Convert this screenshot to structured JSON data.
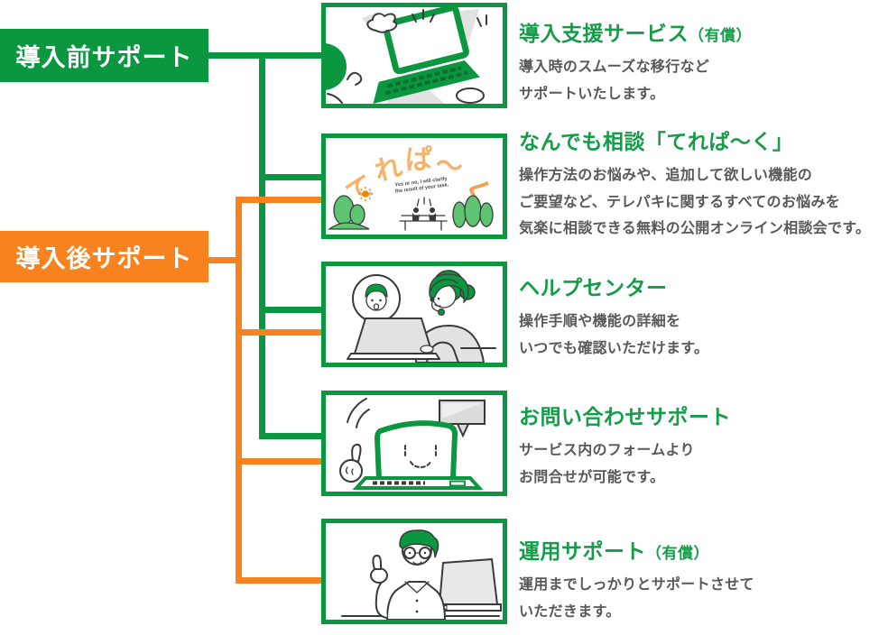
{
  "colors": {
    "green": "#0a9740",
    "orange": "#f8821e",
    "title_green": "#149c48",
    "body_text": "#595757",
    "logo_orange": "#f7b269",
    "logo_orange_deep": "#f2a14c",
    "tree_green": "#5ec471",
    "sun_orange": "#f08300",
    "gray_fill": "#e2e2e2",
    "line_dark": "#3a3a3a",
    "background": "#ffffff"
  },
  "labels": {
    "pre_support": "導入前サポート",
    "post_support": "導入後サポート"
  },
  "services": [
    {
      "title": "導入支援サービス",
      "title_suffix": "（有償）",
      "lines": [
        "導入時のスムーズな移行など",
        "サポートいたします。"
      ]
    },
    {
      "title": "なんでも相談「てれぱ～く」",
      "lines": [
        "操作方法のお悩みや、追加して欲しい機能の",
        "ご要望など、テレパキに関するすべてのお悩みを",
        "気楽に相談できる無料の公開オンライン相談会です。"
      ],
      "logo": {
        "chars": [
          "て",
          "れ",
          "ぱ",
          "～",
          "く"
        ],
        "caption_line1": "Yes or no, I will clarify",
        "caption_line2": "the result of your task."
      }
    },
    {
      "title": "ヘルプセンター",
      "lines": [
        "操作手順や機能の詳細を",
        "いつでも確認いただけます。"
      ]
    },
    {
      "title": "お問い合わせサポート",
      "lines": [
        "サービス内のフォームより",
        "お問合せが可能です。"
      ]
    },
    {
      "title": "運用サポート",
      "title_suffix": "（有償）",
      "lines": [
        "運用までしっかりとサポートさせて",
        "いただきます。"
      ]
    }
  ]
}
